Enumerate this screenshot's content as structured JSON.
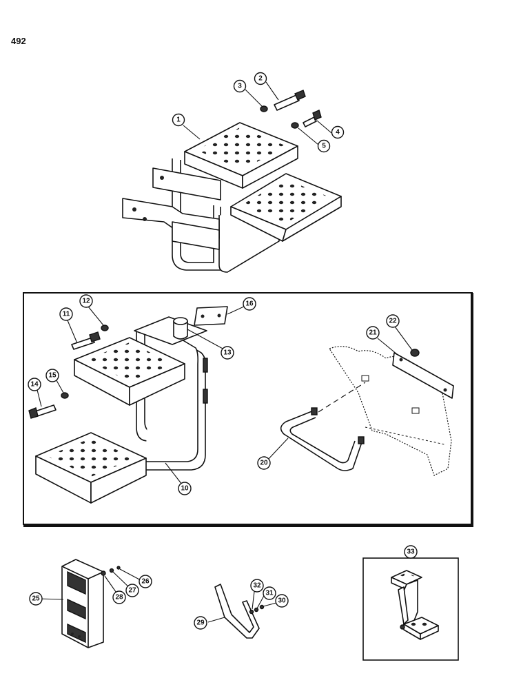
{
  "page": {
    "number": "492"
  },
  "callouts": [
    {
      "id": "1",
      "label": "1"
    },
    {
      "id": "2",
      "label": "2"
    },
    {
      "id": "3",
      "label": "3"
    },
    {
      "id": "4",
      "label": "4"
    },
    {
      "id": "5",
      "label": "5"
    },
    {
      "id": "10",
      "label": "10"
    },
    {
      "id": "11",
      "label": "11"
    },
    {
      "id": "12",
      "label": "12"
    },
    {
      "id": "13",
      "label": "13"
    },
    {
      "id": "14",
      "label": "14"
    },
    {
      "id": "15",
      "label": "15"
    },
    {
      "id": "16",
      "label": "16"
    },
    {
      "id": "20",
      "label": "20"
    },
    {
      "id": "21",
      "label": "21"
    },
    {
      "id": "22",
      "label": "22"
    },
    {
      "id": "25",
      "label": "25"
    },
    {
      "id": "26",
      "label": "26"
    },
    {
      "id": "27",
      "label": "27"
    },
    {
      "id": "28",
      "label": "28"
    },
    {
      "id": "29",
      "label": "29"
    },
    {
      "id": "30",
      "label": "30"
    },
    {
      "id": "31",
      "label": "31"
    },
    {
      "id": "32",
      "label": "32"
    },
    {
      "id": "33",
      "label": "33"
    }
  ]
}
